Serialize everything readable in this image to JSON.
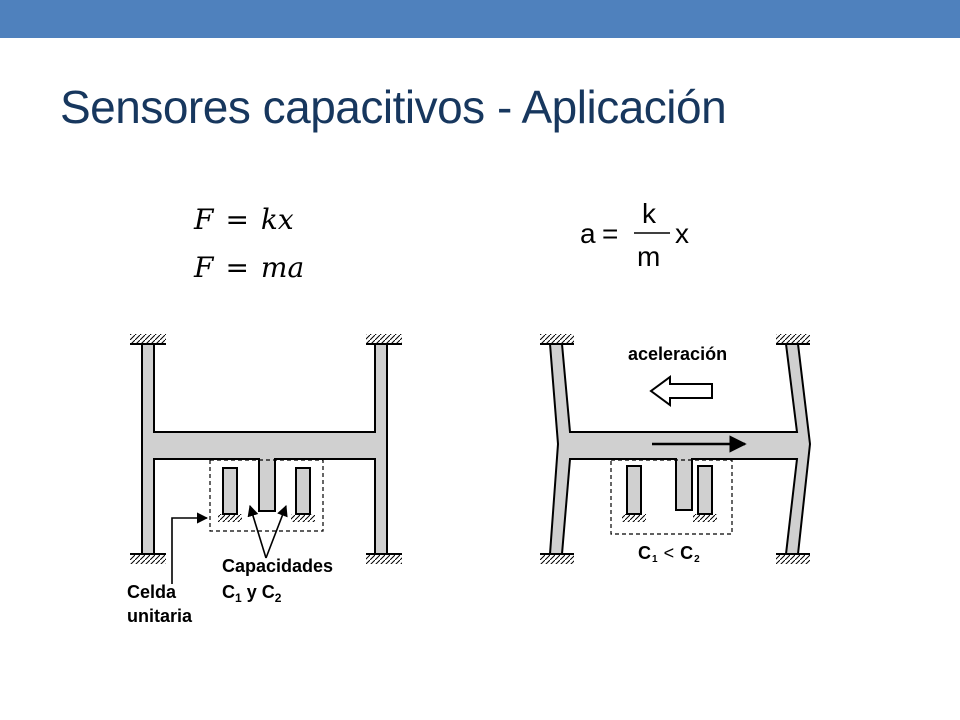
{
  "slide": {
    "title": "Sensores capacitivos - Aplicación"
  },
  "equations": {
    "line1": {
      "lhs": "F",
      "op": "=",
      "rhs": "kx"
    },
    "line2": {
      "lhs": "F",
      "op": "=",
      "rhs": "ma"
    },
    "fraction": {
      "lhs": "a",
      "op": "=",
      "numerator": "k",
      "denominator": "m",
      "tail": "x"
    }
  },
  "left_diagram": {
    "capacitances_label": "Capacidades",
    "capacitances_c": "C",
    "capacitances_sub1": "1",
    "capacitances_and": "y",
    "capacitances_sub2": "2",
    "cell_label_1": "Celda",
    "cell_label_2": "unitaria"
  },
  "right_diagram": {
    "acceleration_label": "aceleración",
    "relation_c": "C",
    "relation_sub1": "1",
    "relation_op": "<",
    "relation_sub2": "2"
  },
  "colors": {
    "top_bar": "#4f81bd",
    "title": "#17375e",
    "structure_fill": "#d0d0d0",
    "outline": "#000000"
  }
}
